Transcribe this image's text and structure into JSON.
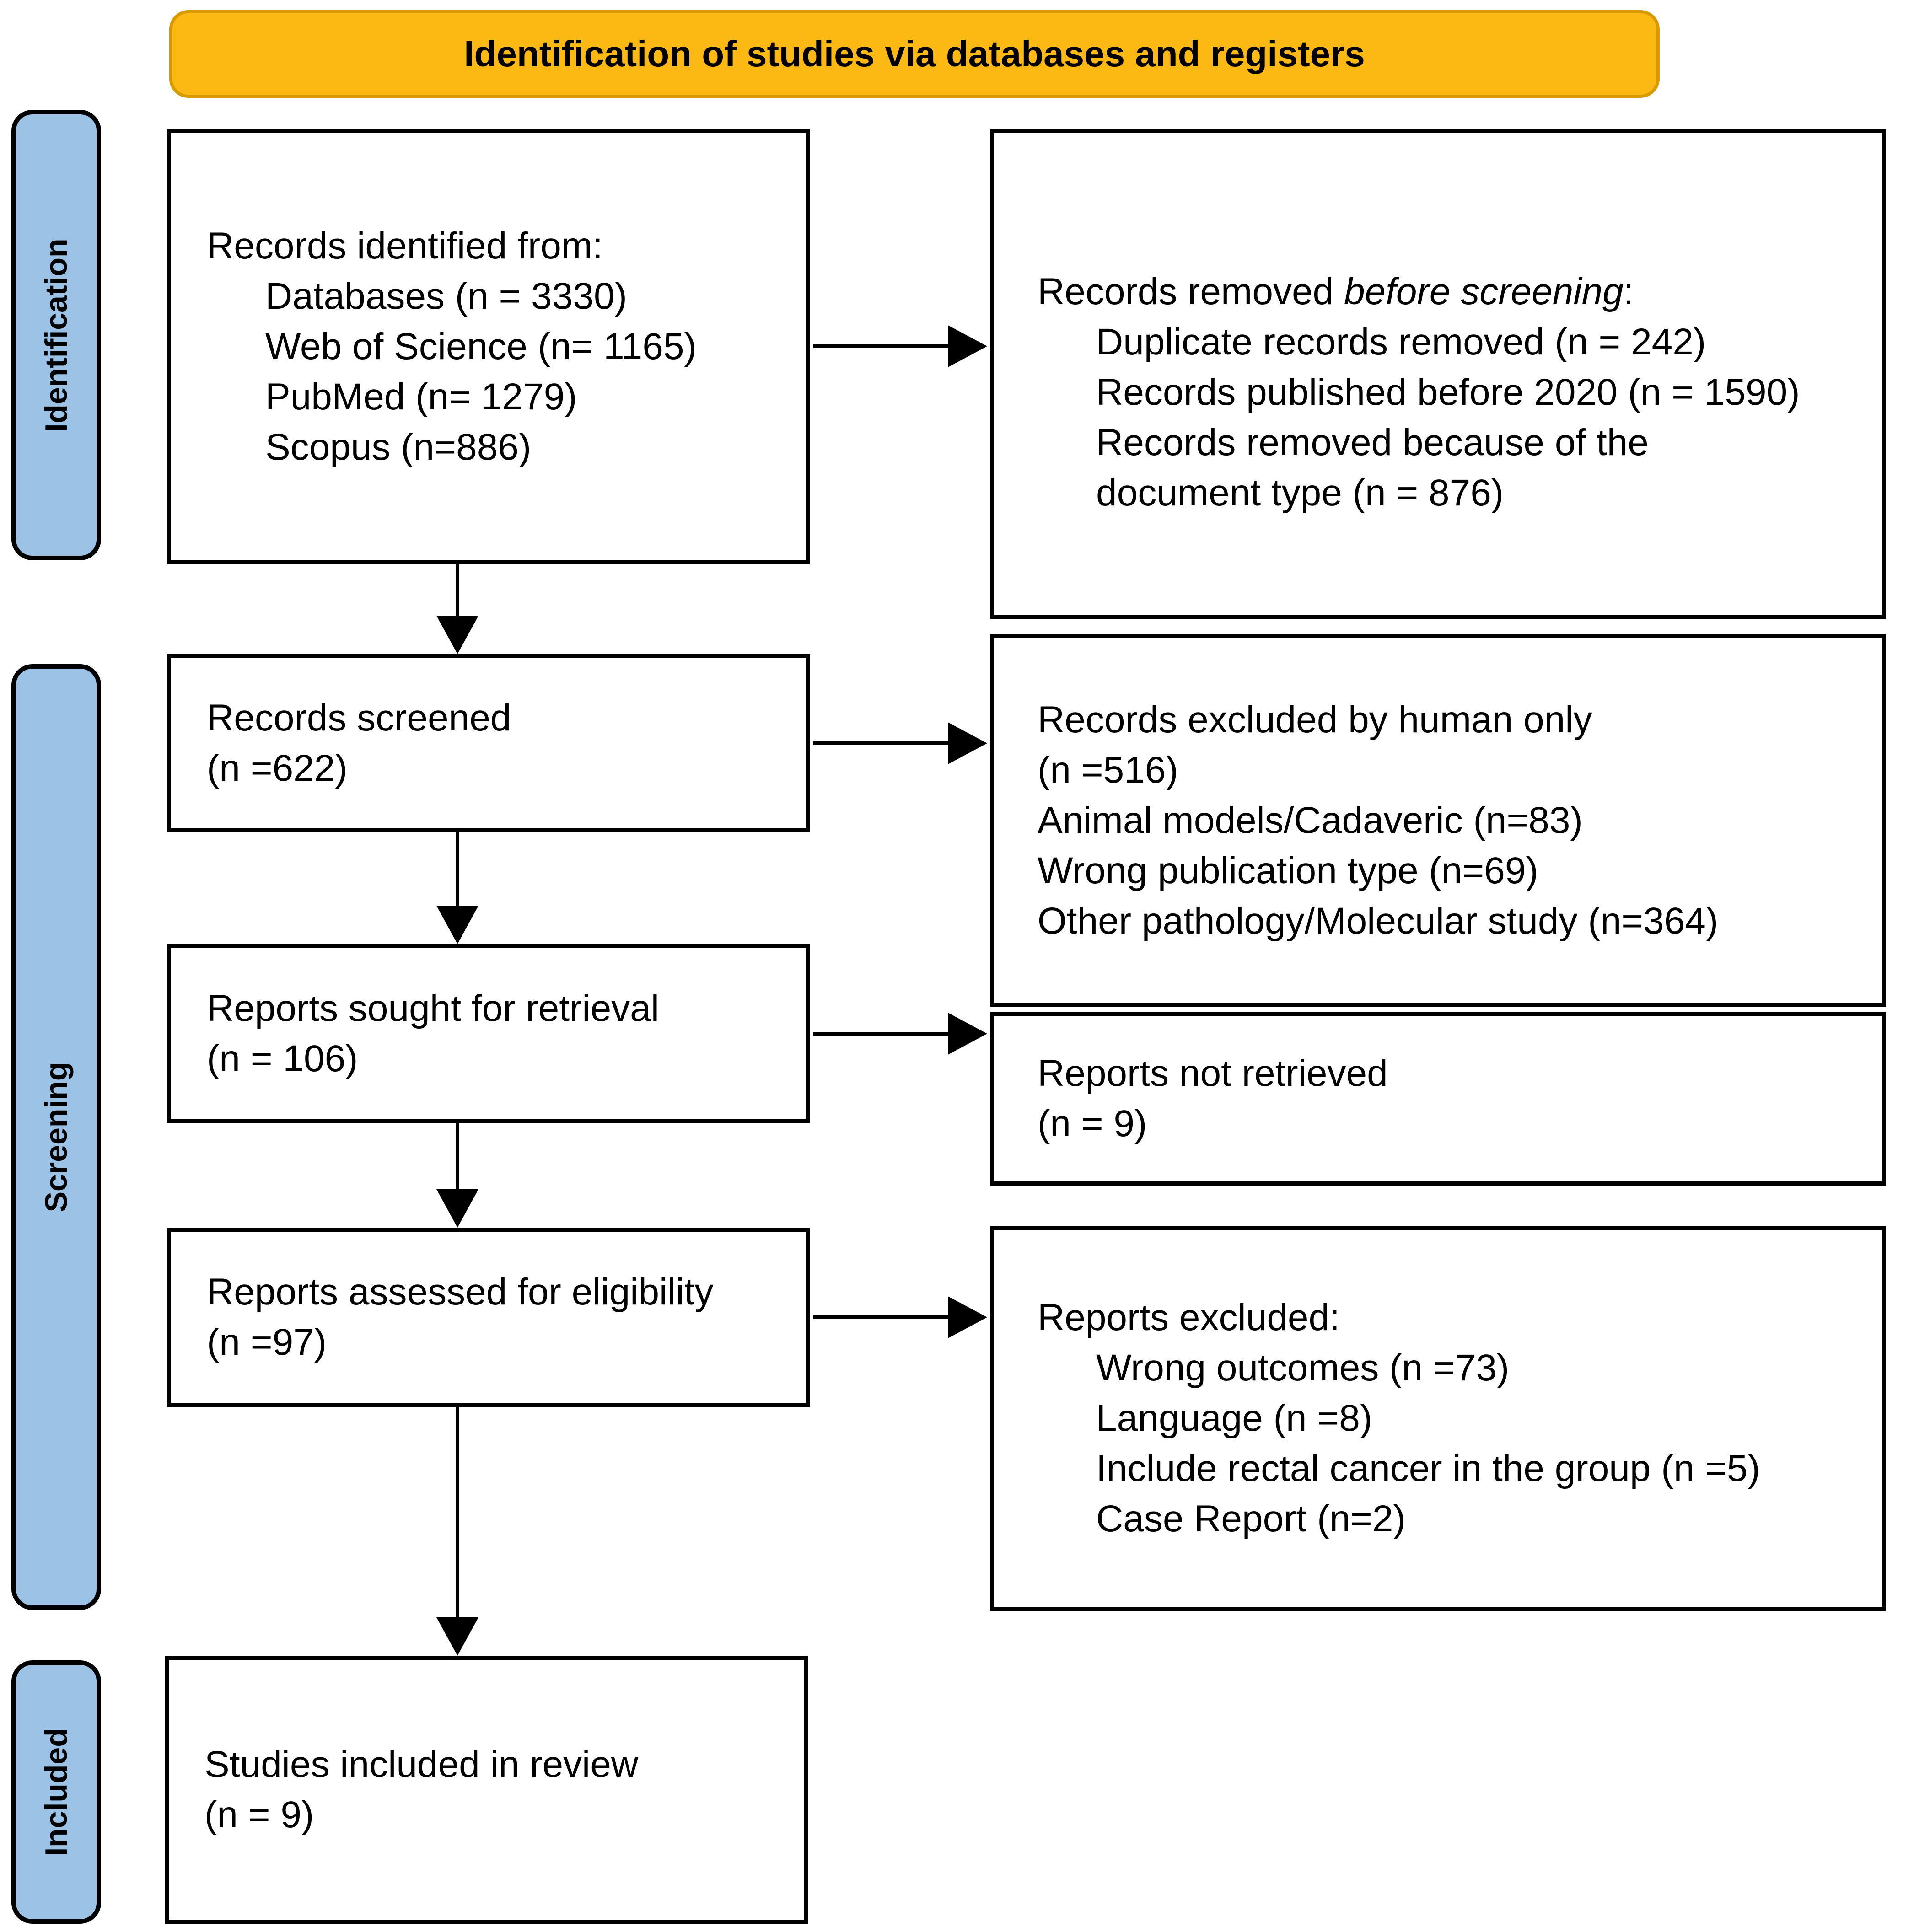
{
  "banner": {
    "title": "Identification of studies via databases and registers"
  },
  "stages": {
    "identification": "Identification",
    "screening": "Screening",
    "included": "Included"
  },
  "boxes": {
    "records_identified": {
      "lines": [
        {
          "t": "Records identified from:"
        },
        {
          "t": "Databases (n = 3330)",
          "ind": 1
        },
        {
          "t": "Web of Science (n= 1165)",
          "ind": 1
        },
        {
          "t": "PubMed (n= 1279)",
          "ind": 1
        },
        {
          "t": "Scopus (n=886)",
          "ind": 1
        }
      ]
    },
    "records_removed": {
      "lines": [
        {
          "parts": [
            {
              "t": "Records removed "
            },
            {
              "t": "before screening",
              "i": true
            },
            {
              "t": ":"
            }
          ]
        },
        {
          "t": "Duplicate records removed (n = 242)",
          "ind": 1
        },
        {
          "t": "Records published before 2020 (n = 1590)",
          "ind": 1
        },
        {
          "t": "Records removed because of the",
          "ind": 1
        },
        {
          "t": "document type (n = 876)",
          "ind": 1
        }
      ]
    },
    "records_screened": {
      "lines": [
        {
          "t": "Records screened"
        },
        {
          "t": "(n =622)"
        }
      ]
    },
    "records_excluded": {
      "lines": [
        {
          "t": "Records excluded by human only"
        },
        {
          "t": "(n =516)"
        },
        {
          "t": "Animal models/Cadaveric (n=83)"
        },
        {
          "t": "Wrong publication type (n=69)"
        },
        {
          "t": "Other pathology/Molecular study (n=364)"
        }
      ]
    },
    "reports_sought": {
      "lines": [
        {
          "t": "Reports sought for retrieval"
        },
        {
          "t": "(n = 106)"
        }
      ]
    },
    "reports_not_retrieved": {
      "lines": [
        {
          "t": "Reports not retrieved"
        },
        {
          "t": "(n = 9)"
        }
      ]
    },
    "reports_assessed": {
      "lines": [
        {
          "t": "Reports assessed for eligibility"
        },
        {
          "t": "(n =97)"
        }
      ]
    },
    "reports_excluded": {
      "lines": [
        {
          "t": "Reports excluded:"
        },
        {
          "t": "Wrong outcomes (n =73)",
          "ind": 1
        },
        {
          "t": "Language (n =8)",
          "ind": 1
        },
        {
          "t": "Include rectal cancer in the group (n =5)",
          "ind": 1
        },
        {
          "t": "Case Report (n=2)",
          "ind": 1
        }
      ]
    },
    "studies_included": {
      "lines": [
        {
          "t": "Studies included in review"
        },
        {
          "t": "(n = 9)"
        }
      ]
    }
  },
  "colors": {
    "background": "#FFFFFF",
    "banner_fill": "#FCB813",
    "banner_border": "#D79B00",
    "stage_fill": "#9CC3E6",
    "box_border": "#000000",
    "arrow": "#000000"
  }
}
